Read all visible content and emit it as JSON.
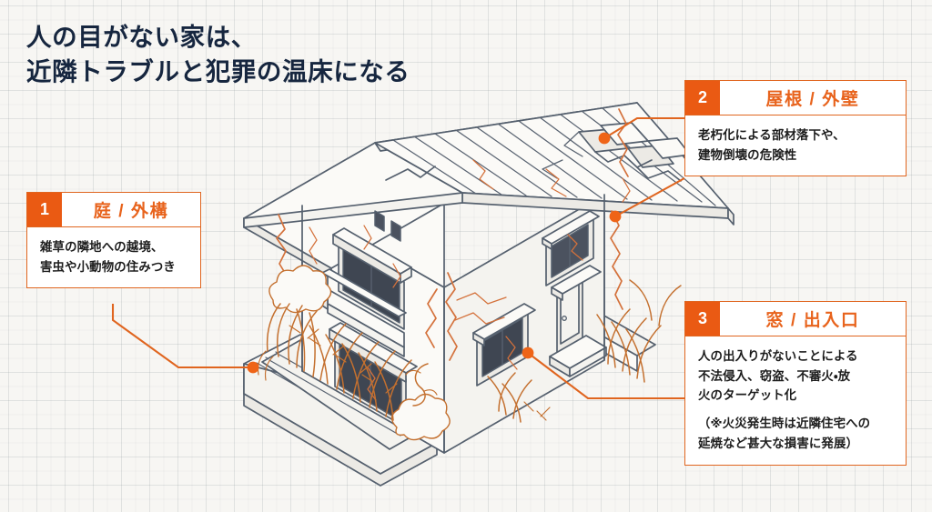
{
  "headline": {
    "line1": "人の目がない家は、",
    "line2": "近隣トラブルと犯罪の温床になる",
    "color": "#16263f"
  },
  "theme": {
    "accent_orange": "#ea5a13",
    "card_border": "#e0651f",
    "title_orange": "#e8631c",
    "ink_navy": "#16263f",
    "line_gray": "#55606e",
    "background": "#f7f6f3",
    "grid_line": "#c9cfd2",
    "crack_orange": "#d4713b",
    "window_glass": "#4a5260",
    "marker_dot": "#ef6417"
  },
  "callouts": [
    {
      "number": "1",
      "title": "庭 / 外構",
      "body": "雑草の隣地への越境、\n害虫や小動物の住みつき",
      "note": ""
    },
    {
      "number": "2",
      "title": "屋根 / 外壁",
      "body": "老朽化による部材落下や、\n建物倒壊の危険性",
      "note": ""
    },
    {
      "number": "3",
      "title": "窓 / 出入口",
      "body": "人の出入りがないことによる\n不法侵入、窃盗、不審火・放\n火のターゲット化",
      "note": "（※火災発生時は近隣住宅への\n延焼など甚大な損害に発展）"
    }
  ],
  "illustration": {
    "subject": "abandoned-two-story-house-isometric",
    "elements": [
      "roof-with-missing-tiles",
      "cracked-exterior-walls",
      "balcony",
      "windows",
      "entrance-door",
      "boundary-fence",
      "overgrown-weeds"
    ]
  }
}
